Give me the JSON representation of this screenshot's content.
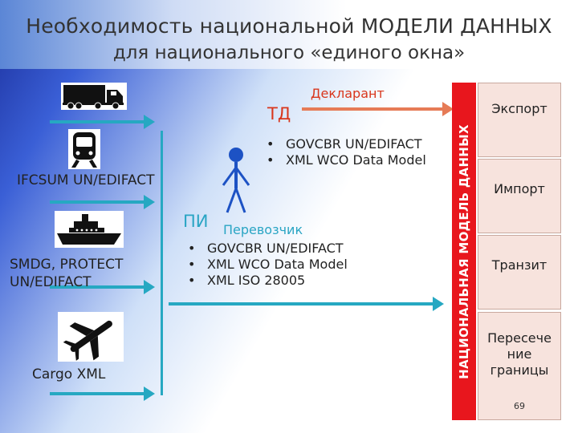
{
  "title": {
    "line1": "Необходимость национальной МОДЕЛИ ДАННЫХ",
    "line2": "для национального «единого окна»"
  },
  "left": {
    "rail_label": "IFCSUM UN/EDIFACT",
    "sea_label_1": "SMDG, PROTECT",
    "sea_label_2": "UN/EDIFACT",
    "air_label": "Cargo XML"
  },
  "declarant": {
    "role": "Декларант",
    "code": "ТД",
    "standards": [
      "GOVCBR UN/EDIFACT",
      "XML WCO Data Model"
    ]
  },
  "carrier": {
    "code": "ПИ",
    "role": "Перевозчик",
    "standards": [
      "GOVCBR UN/EDIFACT",
      "XML WCO Data Model",
      "XML ISO 28005"
    ]
  },
  "national_model": "НАЦИОНАЛЬНАЯ МОДЕЛЬ ДАННЫХ",
  "boxes": [
    "Экспорт",
    "Импорт",
    "Транзит",
    "Пересече ние границы"
  ],
  "page_number": "69",
  "colors": {
    "arrow": "#26a8c2",
    "bar": "#e8161d",
    "box": "#f7e3dd",
    "declarant_arrow": "#e67b56"
  },
  "icons": [
    "truck-icon",
    "train-icon",
    "ship-icon",
    "airplane-icon",
    "person-icon"
  ]
}
